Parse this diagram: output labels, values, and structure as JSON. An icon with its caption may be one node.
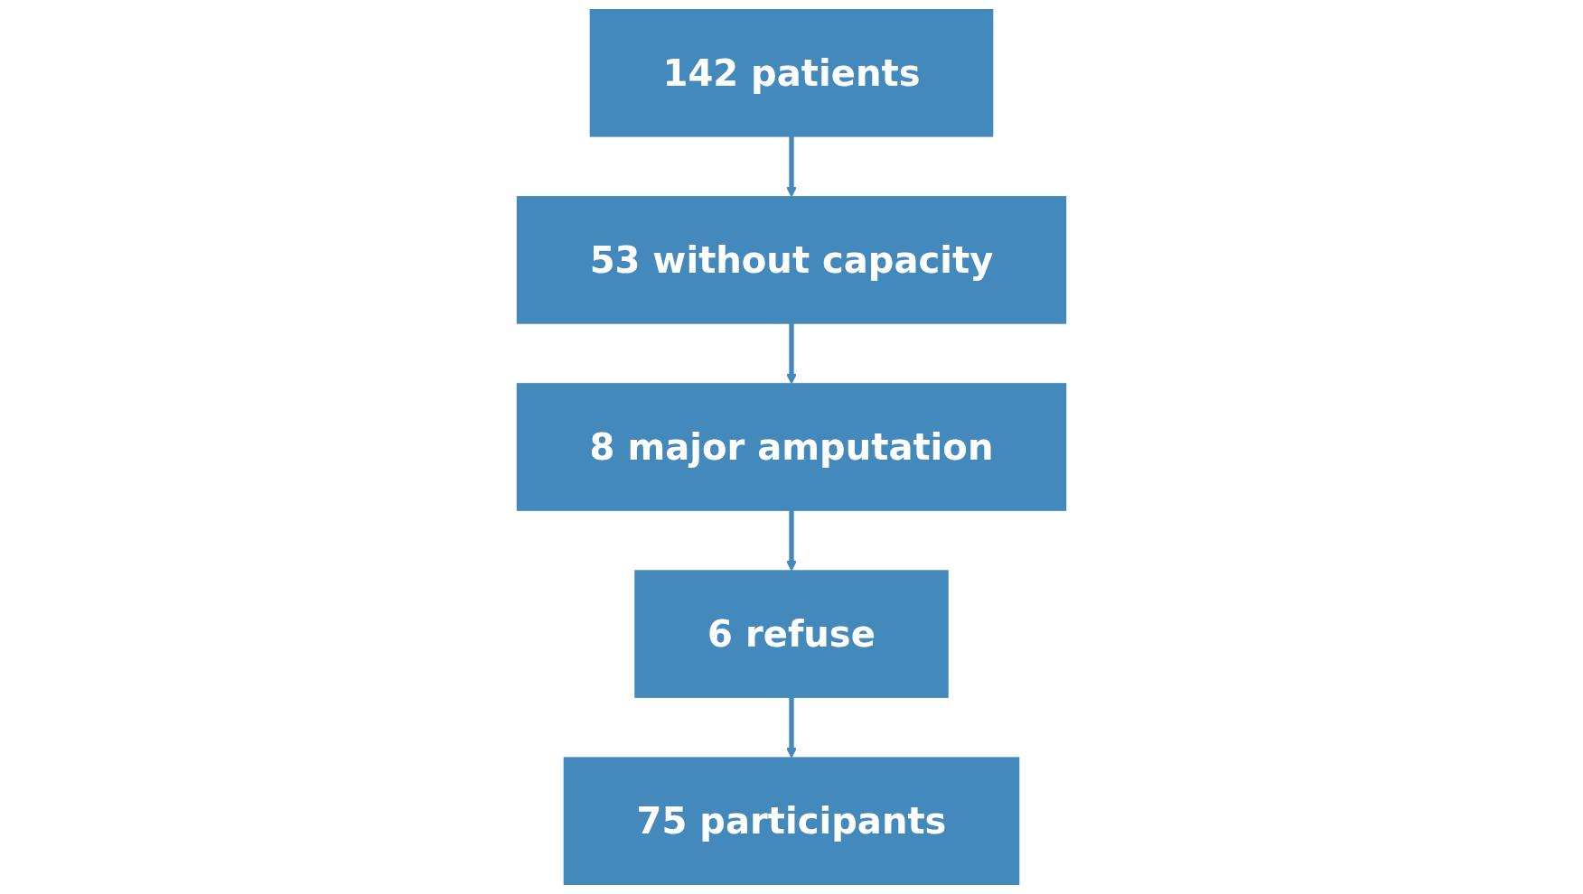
{
  "diagram": {
    "nodes": [
      {
        "text": [
          "142 patients"
        ]
      },
      {
        "text": [
          "53 without capacity"
        ]
      },
      {
        "text": [
          "8 major amputation"
        ]
      },
      {
        "text": [
          "6 refuse"
        ]
      },
      {
        "text": [
          "75 participants"
        ]
      }
    ],
    "edges": [
      {
        "from": 0,
        "to": 1,
        "arrow": "to"
      },
      {
        "from": 1,
        "to": 2,
        "arrow": "to"
      },
      {
        "from": 2,
        "to": 3,
        "arrow": "to"
      },
      {
        "from": 3,
        "to": 4,
        "arrow": "to"
      }
    ]
  }
}
